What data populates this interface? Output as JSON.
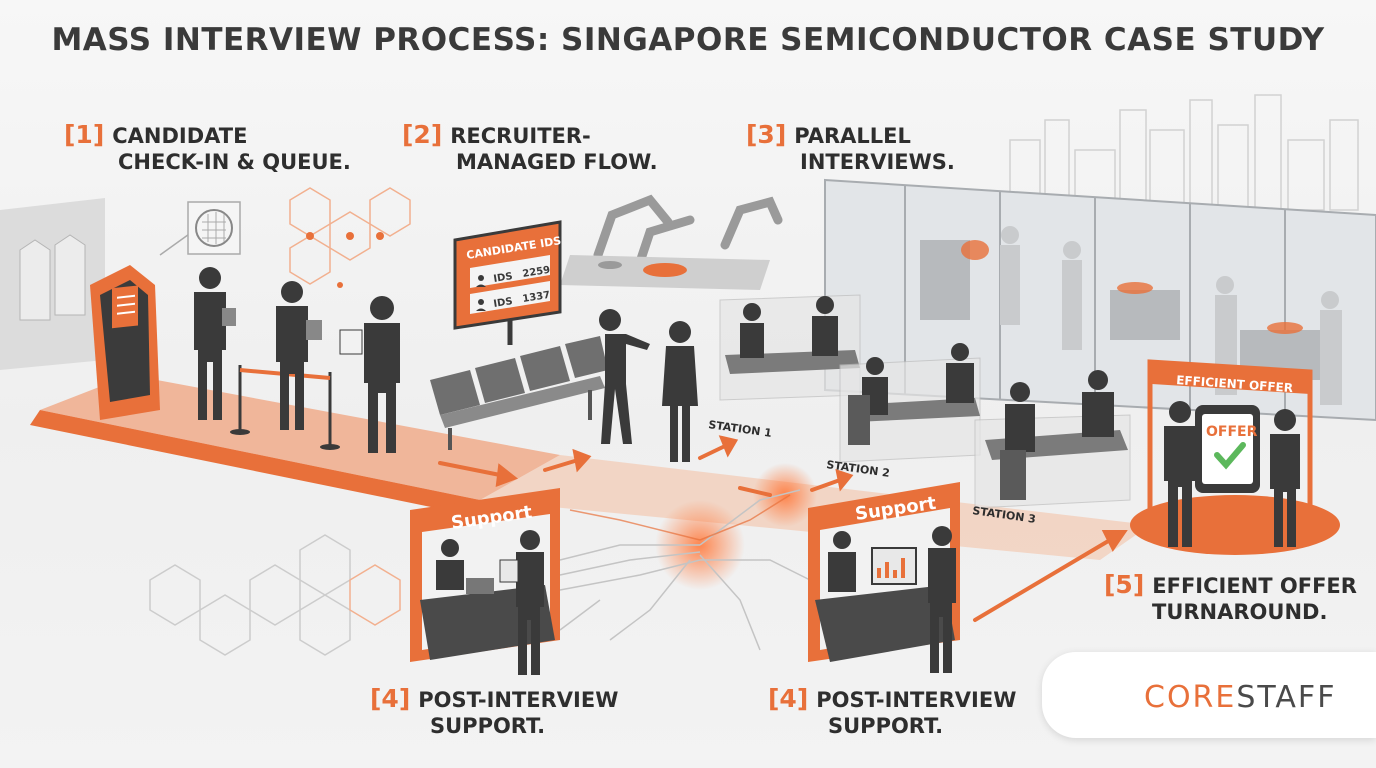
{
  "title": "MASS INTERVIEW PROCESS: SINGAPORE SEMICONDUCTOR CASE STUDY",
  "steps": [
    {
      "num": "[1]",
      "line1": "CANDIDATE",
      "line2": "CHECK-IN & QUEUE."
    },
    {
      "num": "[2]",
      "line1": "RECRUITER-",
      "line2": "MANAGED FLOW."
    },
    {
      "num": "[3]",
      "line1": "PARALLEL",
      "line2": "INTERVIEWS."
    },
    {
      "num": "[4]",
      "line1": "POST-INTERVIEW",
      "line2": "SUPPORT."
    },
    {
      "num": "[4]",
      "line1": "POST-INTERVIEW",
      "line2": "SUPPORT."
    },
    {
      "num": "[5]",
      "line1": "EFFICIENT OFFER",
      "line2": "TURNAROUND."
    }
  ],
  "board": {
    "title": "CANDIDATE IDS",
    "rows": [
      {
        "label": "IDS",
        "value": "2259"
      },
      {
        "label": "IDS",
        "value": "1337"
      }
    ]
  },
  "stations": [
    "STATION 1",
    "STATION 2",
    "STATION 3"
  ],
  "support_signs": [
    "Support",
    "Support"
  ],
  "offer": {
    "banner": "EFFICIENT OFFER",
    "tablet_text": "OFFER"
  },
  "logo": {
    "part1": "CORE",
    "part2": "STAFF"
  },
  "colors": {
    "accent": "#e8703a",
    "dark": "#3a3a3a",
    "grey": "#8a8a8a",
    "light": "#d8d8d8"
  }
}
